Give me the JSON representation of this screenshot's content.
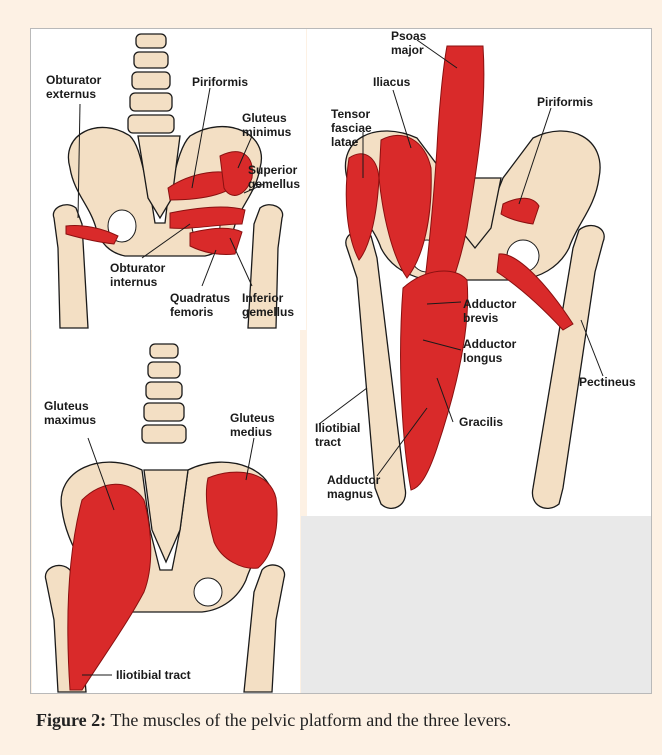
{
  "panel_a": {
    "labels": {
      "obturator_externus": [
        "Obturator",
        "externus"
      ],
      "piriformis": "Piriformis",
      "gluteus_minimus": [
        "Gluteus",
        "minimus"
      ],
      "superior_gemellus": [
        "Superior",
        "gemellus"
      ],
      "obturator_internus": [
        "Obturator",
        "internus"
      ],
      "quadratus_femoris": [
        "Quadratus",
        "femoris"
      ],
      "inferior_gemellus": [
        "Inferior",
        "gemellus"
      ]
    }
  },
  "panel_b": {
    "labels": {
      "gluteus_maximus": [
        "Gluteus",
        "maximus"
      ],
      "gluteus_medius": [
        "Gluteus",
        "medius"
      ],
      "iliotibial_tract": "Iliotibial tract"
    }
  },
  "panel_c": {
    "labels": {
      "psoas_major": [
        "Psoas",
        "major"
      ],
      "iliacus": "Iliacus",
      "tensor_fasciae_latae": [
        "Tensor",
        "fasciae",
        "latae"
      ],
      "piriformis": "Piriformis",
      "adductor_brevis": [
        "Adductor",
        "brevis"
      ],
      "adductor_longus": [
        "Adductor",
        "longus"
      ],
      "pectineus": "Pectineus",
      "iliotibial_tract": [
        "Iliotibial",
        "tract"
      ],
      "gracilis": "Gracilis",
      "adductor_magnus": [
        "Adductor",
        "magnus"
      ]
    }
  },
  "caption": {
    "label": "Figure 2:",
    "text": " The muscles of the pelvic platform and the three levers."
  },
  "colors": {
    "background": "#fdf1e4",
    "muscle": "#d92a2a",
    "bone": "#f3dfc4"
  }
}
